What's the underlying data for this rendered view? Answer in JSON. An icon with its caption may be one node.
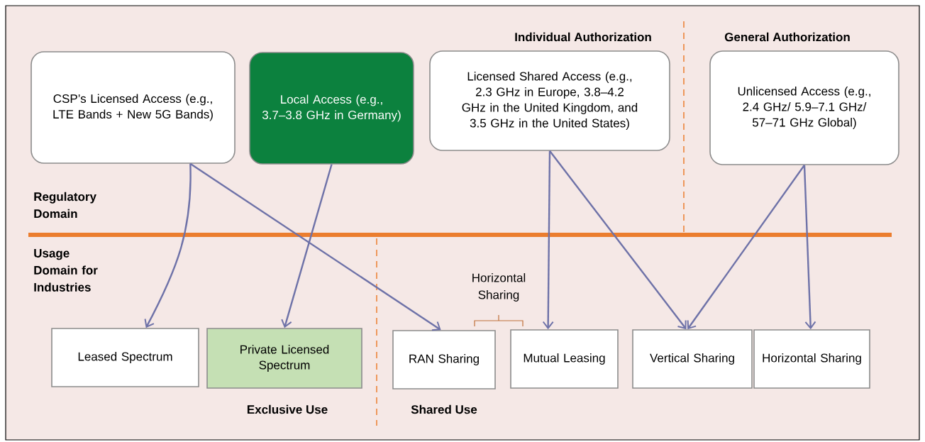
{
  "diagram": {
    "nodes": [
      {
        "text": [
          "CSP’s Licensed Access (e.g., LTE Bands + New 5G Bands)"
        ]
      },
      {
        "text": [
          "Local Access (e.g., 3.7–3.8 GHz in Germany)"
        ]
      },
      {
        "text": [
          "Licensed Shared Access (e.g., 2.3 GHz in Europe, 3.8–4.2 GHz in the United Kingdom, and 3.5 GHz in the United States)"
        ]
      },
      {
        "text": [
          "Unlicensed Access (e.g., 2.4 GHz/ 5.9–7.1 GHz/ 57–71 GHz Global)"
        ]
      },
      {
        "text": [
          "Leased Spectrum"
        ]
      },
      {
        "text": [
          "Private Licensed Spectrum"
        ]
      },
      {
        "text": [
          "RAN Sharing"
        ]
      },
      {
        "text": [
          "Mutual Leasing"
        ]
      },
      {
        "text": [
          "Vertical Sharing"
        ]
      },
      {
        "text": [
          "Horizontal Sharing"
        ]
      }
    ],
    "edges": [
      {
        "from": 0,
        "to": 4,
        "arrow": "to"
      },
      {
        "from": 0,
        "to": 6,
        "arrow": "to"
      },
      {
        "from": 1,
        "to": 5,
        "arrow": "to"
      },
      {
        "from": 2,
        "to": 7,
        "arrow": "to"
      },
      {
        "from": 2,
        "to": 8,
        "arrow": "to"
      },
      {
        "from": 3,
        "to": 8,
        "arrow": "to"
      },
      {
        "from": 3,
        "to": 9,
        "arrow": "to"
      }
    ],
    "labels": [
      "Individual Authorization",
      "General Authorization",
      "Regulatory Domain",
      "Usage Domain for Industries",
      "Horizontal Sharing",
      "Exclusive Use",
      "Shared Use"
    ]
  }
}
